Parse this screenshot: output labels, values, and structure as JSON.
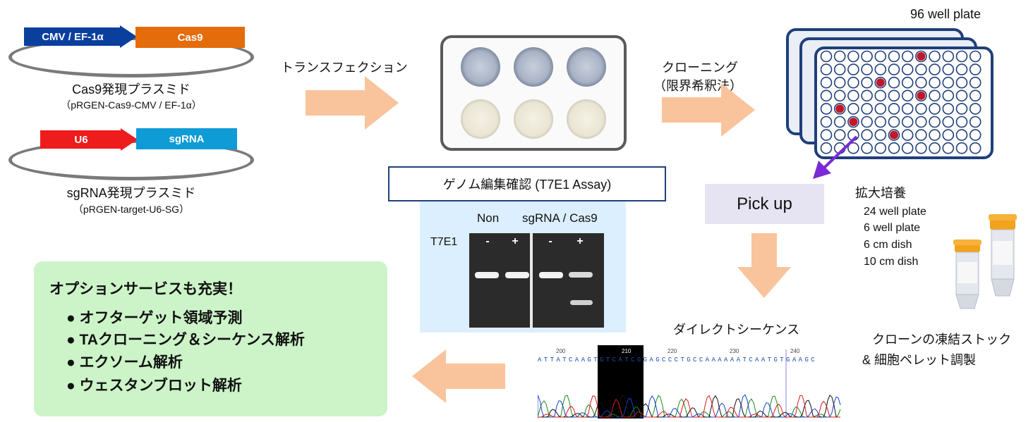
{
  "plasmids": {
    "cas9": {
      "promoter": "CMV / EF-1α",
      "gene": "Cas9",
      "name": "Cas9発現プラスミド",
      "sub": "（pRGEN-Cas9-CMV / EF-1α）"
    },
    "sgrna": {
      "promoter": "U6",
      "gene": "sgRNA",
      "name": "sgRNA発現プラスミド",
      "sub": "（pRGEN-target-U6-SG）"
    }
  },
  "steps": {
    "transfection": "トランスフェクション",
    "cloning_line1": "クローニング",
    "cloning_line2": "（限界希釈法）",
    "plate_label": "96 well plate",
    "pickup": "Pick up",
    "expansion_title": "拡大培養",
    "expansion_items": [
      "24 well plate",
      "6 well plate",
      "6 cm dish",
      "10 cm dish"
    ],
    "stock_line1": "クローンの凍結ストック",
    "stock_line2": "&  細胞ペレット調製",
    "sequencing": "ダイレクトシーケンス"
  },
  "assay": {
    "title": "ゲノム編集確認 (T7E1 Assay)",
    "col_non": "Non",
    "col_sg": "sgRNA / Cas9",
    "row_label": "T7E1",
    "lane_signs": [
      "-",
      "+",
      "-",
      "+"
    ]
  },
  "sequence": {
    "ticks": [
      "200",
      "210",
      "220",
      "230",
      "240"
    ],
    "bases": "A T T A T C A A G T G T C A T C G G A G C C C T G C C A A A A A A T C A A T G T G A A G C"
  },
  "options": {
    "title": "オプションサービスも充実！",
    "bullet": "●",
    "items": [
      "オフターゲット領域予測",
      "TAクローニング＆シーケンス解析",
      "エクソーム解析",
      "ウェスタンブロット解析"
    ]
  },
  "colors": {
    "promoter_blue": "#0a3f9e",
    "cas9_orange": "#e46c0a",
    "u6_red": "#ee1c1c",
    "sgrna_blue": "#0e9bd6",
    "flow_arrow": "#f9c49b",
    "plate_blue": "#1f3f7a",
    "plate_fill": "#e9eef7",
    "positive_well": "#c0182a",
    "pick_arrow": "#7a2ad6",
    "pickup_box": "#e6e3f2",
    "gel_panel": "#dcefff",
    "options_box": "#ccf4c8"
  }
}
